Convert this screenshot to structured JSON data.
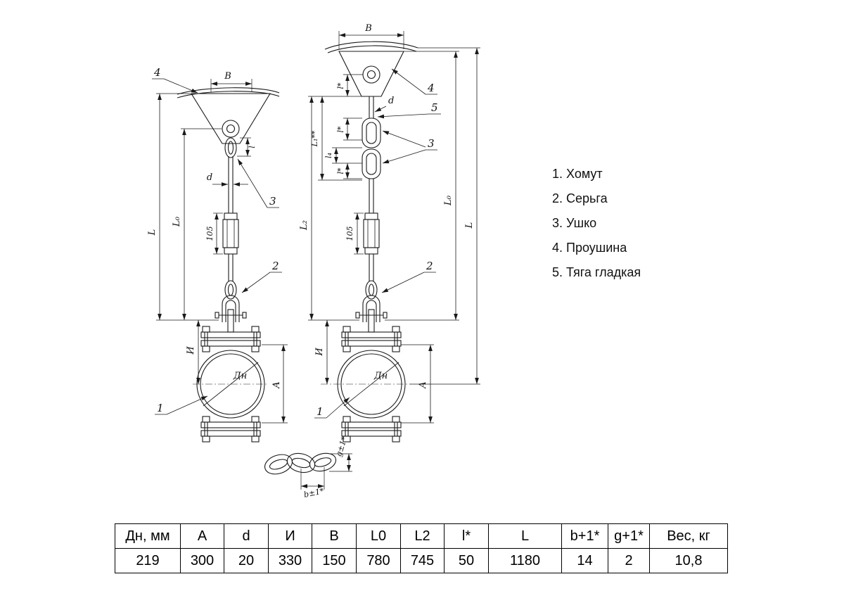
{
  "legend": {
    "items": [
      "1. Хомут",
      "2. Серьга",
      "3. Ушко",
      "4. Проушина",
      "5. Тяга гладкая"
    ]
  },
  "table": {
    "headers": [
      "Дн, мм",
      "А",
      "d",
      "И",
      "В",
      "L0",
      "L2",
      "l*",
      "L",
      "b+1*",
      "g+1*",
      "Вес, кг"
    ],
    "values": [
      "219",
      "300",
      "20",
      "330",
      "150",
      "780",
      "745",
      "50",
      "1180",
      "14",
      "2",
      "10,8"
    ]
  },
  "drawing": {
    "left": {
      "callout_1": "1",
      "callout_2": "2",
      "callout_3": "3",
      "callout_4": "4",
      "dim_B": "В",
      "dim_l": "l",
      "dim_d": "d",
      "dim_L": "L",
      "dim_L0": "L₀",
      "dim_105": "105",
      "dim_I": "И",
      "dim_A": "А",
      "dim_Dn": "Дн"
    },
    "right": {
      "callout_1": "1",
      "callout_2": "2",
      "callout_3": "3",
      "callout_4": "4",
      "callout_5": "5",
      "dim_B": "В",
      "dim_d": "d",
      "dim_l_a": "l*",
      "dim_l_b": "l*",
      "dim_l_c": "l*",
      "dim_l4": "l₄",
      "dim_L1": "L₁**",
      "dim_L2": "L₂",
      "dim_105": "105",
      "dim_I": "И",
      "dim_A": "А",
      "dim_L0": "L₀",
      "dim_L": "L",
      "dim_Dn": "Дн"
    },
    "detail": {
      "dim_g": "g±1*",
      "dim_b": "b±1*"
    }
  }
}
